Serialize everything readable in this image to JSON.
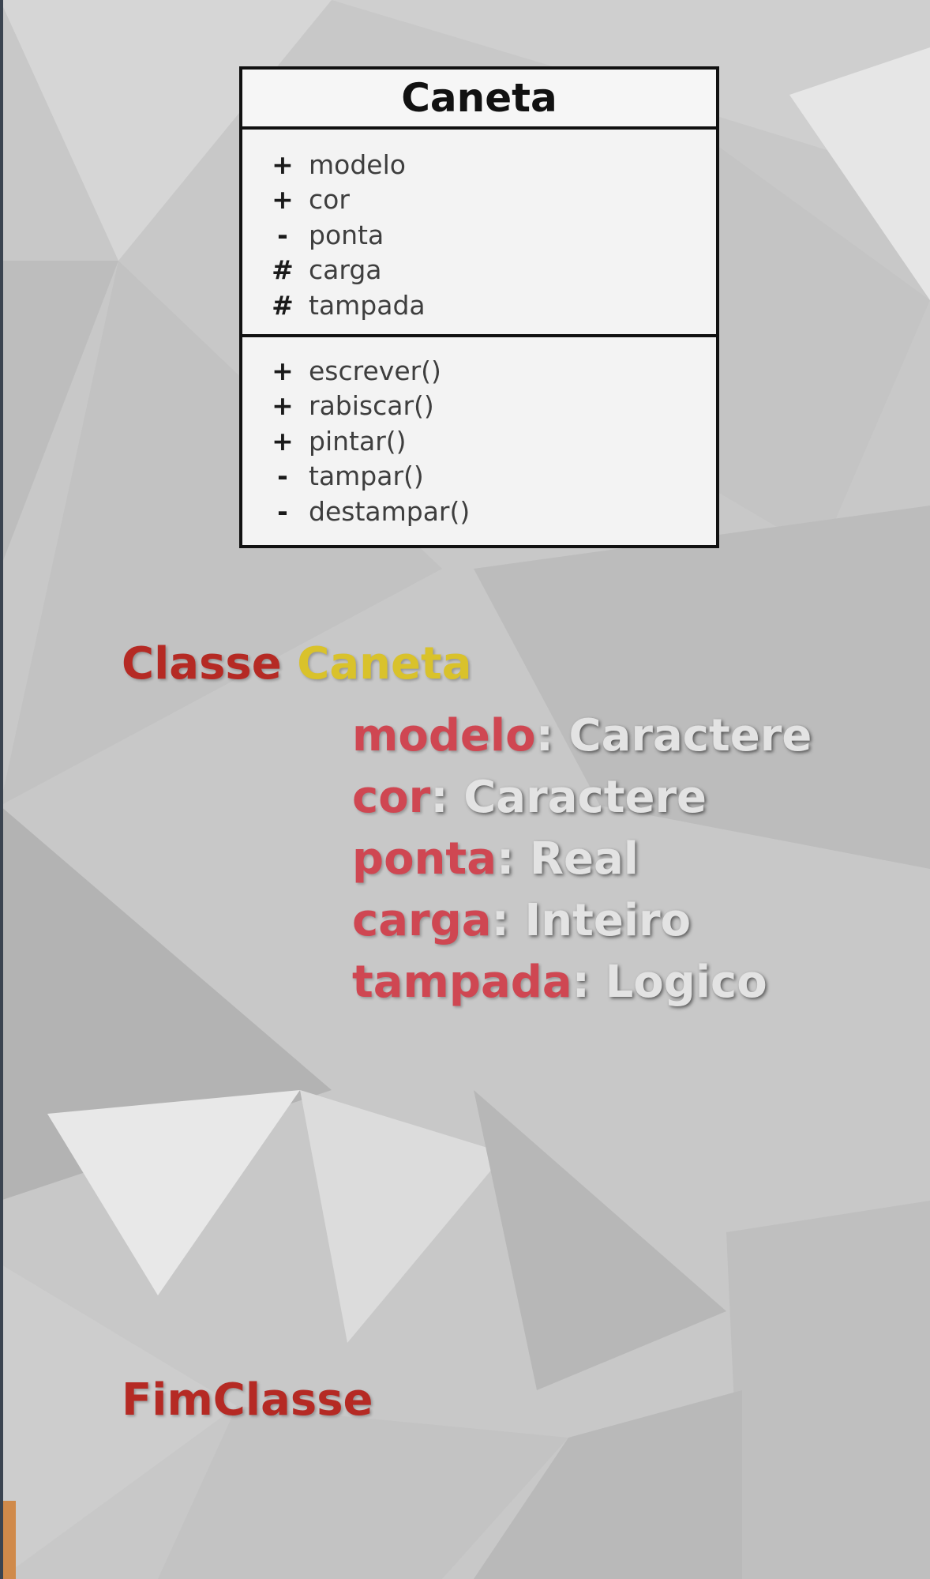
{
  "uml": {
    "title": "Caneta",
    "attributes": [
      {
        "visibility": "+",
        "name": "modelo"
      },
      {
        "visibility": "+",
        "name": "cor"
      },
      {
        "visibility": "-",
        "name": "ponta"
      },
      {
        "visibility": "#",
        "name": "carga"
      },
      {
        "visibility": "#",
        "name": "tampada"
      }
    ],
    "methods": [
      {
        "visibility": "+",
        "name": "escrever()"
      },
      {
        "visibility": "+",
        "name": "rabiscar()"
      },
      {
        "visibility": "+",
        "name": "pintar()"
      },
      {
        "visibility": "-",
        "name": "tampar()"
      },
      {
        "visibility": "-",
        "name": "destampar()"
      }
    ]
  },
  "pseudocode": {
    "class_keyword": "Classe",
    "class_name": "Caneta",
    "fields": [
      {
        "name": "modelo",
        "separator": ":",
        "type": "Caractere"
      },
      {
        "name": "cor",
        "separator": ":",
        "type": "Caractere"
      },
      {
        "name": "ponta",
        "separator": ":",
        "type": "Real"
      },
      {
        "name": "carga",
        "separator": ":",
        "type": "Inteiro"
      },
      {
        "name": "tampada",
        "separator": ":",
        "type": "Logico"
      }
    ],
    "end_keyword": "FimClasse"
  },
  "colors": {
    "keyword": "#b52a24",
    "class_name": "#d9c22b",
    "field_name": "#cf4752",
    "type": "#e3e3e3"
  }
}
